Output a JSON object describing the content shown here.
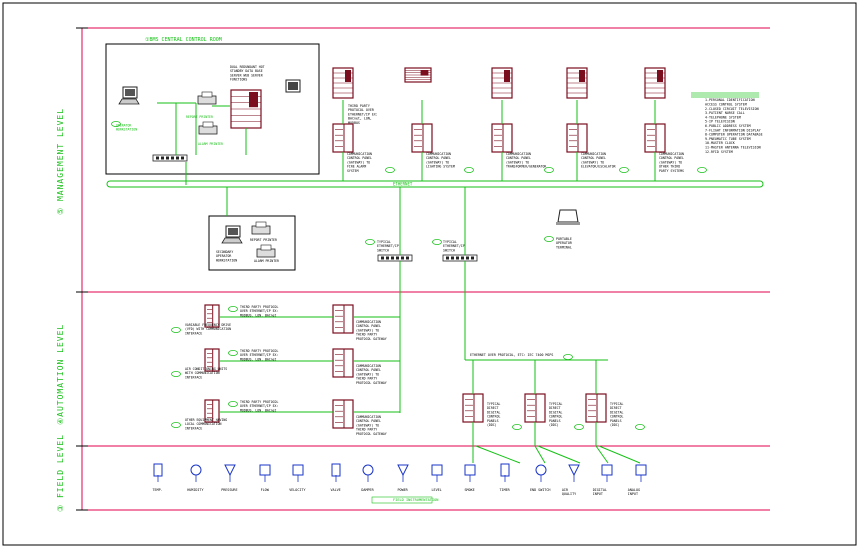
{
  "levels": {
    "management": "⑤ MANAGEMENT LEVEL",
    "automation": "④AUTOMATION LEVEL",
    "field": "③ FIELD LEVEL"
  },
  "control_room": {
    "title": "①BMS CENTRAL CONTROL ROOM",
    "workstation": "OPERATOR WORKSTATION",
    "report_printer": "REPORT PRINTER",
    "alarm_printer": "ALARM PRINTER",
    "server": "DUAL REDUNDANT HOT STANDBY DATA BASE SERVER WEB SERVER FUNCTIONS"
  },
  "network_label": "ETHERNET",
  "third_party_protocol": "THIRD PARTY PROTOCOL OVER ETHERNET/IP EX: BACnet, LON, MODBUS",
  "management_systems": [
    {
      "label": "COMMUNICATION CONTROL PANEL (GATEWAY) TO FIRE ALARM SYSTEM"
    },
    {
      "label": "COMMUNICATION CONTROL PANEL (GATEWAY) TO LIGHTING SYSTEM"
    },
    {
      "label": "COMMUNICATION CONTROL PANEL (GATEWAY) TO TRANSFORMER/GENERATOR"
    },
    {
      "label": "COMMUNICATION CONTROL PANEL (GATEWAY) TO ELEVATOR/ESCALATOR"
    },
    {
      "label": "COMMUNICATION CONTROL PANEL (GATEWAY) TO OTHER THIRD PARTY SYSTEMS"
    }
  ],
  "legend": [
    "1-PERSONAL IDENTIFICATION",
    "ACCESS CONTROL SYSTEM",
    "2-CLOSED CIRCUIT TELEVISION",
    "3-PATIENT NURSE CALL",
    "4-TELEPHONE SYSTEM",
    "5-IP TELEVISION",
    "6-PUBLIC ADDRESS SYSTEM",
    "7-FLIGHT INFORMATION DISPLAY",
    "8-COMPUTER OPERATION DATABASE",
    "9-PNEUMATIC TUBE SYSTEM",
    "10-MASTER CLOCK",
    "11-MASTER ANTENNA TELEVISION",
    "12-RFID SYSTEM"
  ],
  "secondary_station": {
    "workstation": "SECONDARY OPERATOR WORKSTATION",
    "report_printer": "REPORT PRINTER",
    "alarm_printer": "ALARM PRINTER"
  },
  "switches": [
    {
      "label": "TYPICAL ETHERNET/IP SWITCH"
    },
    {
      "label": "TYPICAL ETHERNET/IP SWITCH"
    }
  ],
  "portable_terminal": "PORTABLE OPERATOR TERMINAL",
  "automation_left": [
    {
      "desc": "THIRD PARTY PROTOCOL OVER ETHERNET/IP EX: MODBUS, LON, BACnet",
      "device": "VARIABLE FREQUENCY DRIVE (VFD) WITH COMMUNICATION INTERFACE",
      "panel": "COMMUNICATION CONTROL PANEL (GATEWAY) TO THIRD PARTY PROTOCOL GATEWAY"
    },
    {
      "desc": "THIRD PARTY PROTOCOL OVER ETHERNET/IP EX: MODBUS, LON, BACnet",
      "device": "AIR CONDITIONING UNITS WITH COMMUNICATION INTERFACE",
      "panel": "COMMUNICATION CONTROL PANEL (GATEWAY) TO THIRD PARTY PROTOCOL GATEWAY"
    },
    {
      "desc": "THIRD PARTY PROTOCOL OVER ETHERNET/IP EX: MODBUS, LON, BACnet",
      "device": "OTHER EQUIPMENT HAVING LOCAL COMMUNICATION INTERFACE",
      "panel": "COMMUNICATION CONTROL PANEL (GATEWAY) TO THIRD PARTY PROTOCOL GATEWAY"
    }
  ],
  "ethernet_protocol": "ETHERNET OVER PROTOCOL, ETC: IEC 7400 MSPS",
  "controllers": [
    {
      "label": "TYPICAL DIRECT DIGITAL CONTROL PANELS (DDC)"
    },
    {
      "label": "TYPICAL DIRECT DIGITAL CONTROL PANELS (DDC)"
    },
    {
      "label": "TYPICAL DIRECT DIGITAL CONTROL PANELS (DDC)"
    }
  ],
  "field_devices": [
    {
      "label": "TEMP."
    },
    {
      "label": "HUMIDITY"
    },
    {
      "label": "PRESSURE"
    },
    {
      "label": "FLOW"
    },
    {
      "label": "VELOCITY"
    },
    {
      "label": "VALVE"
    },
    {
      "label": "DAMPER"
    },
    {
      "label": "POWER"
    },
    {
      "label": "LEVEL"
    },
    {
      "label": "SMOKE"
    },
    {
      "label": "TIMER"
    },
    {
      "label": "END SWITCH"
    },
    {
      "label": "AIR QUALITY"
    },
    {
      "label": "DIGITAL INPUT"
    },
    {
      "label": "ANALOG INPUT"
    }
  ],
  "field_title": "FIELD INSTRUMENTATION",
  "colors": {
    "line": "#16c116",
    "device": "#7a0d1e",
    "border": "#e0004d",
    "field": "#1a35c8",
    "panel_fill": "#d8d8d8"
  }
}
